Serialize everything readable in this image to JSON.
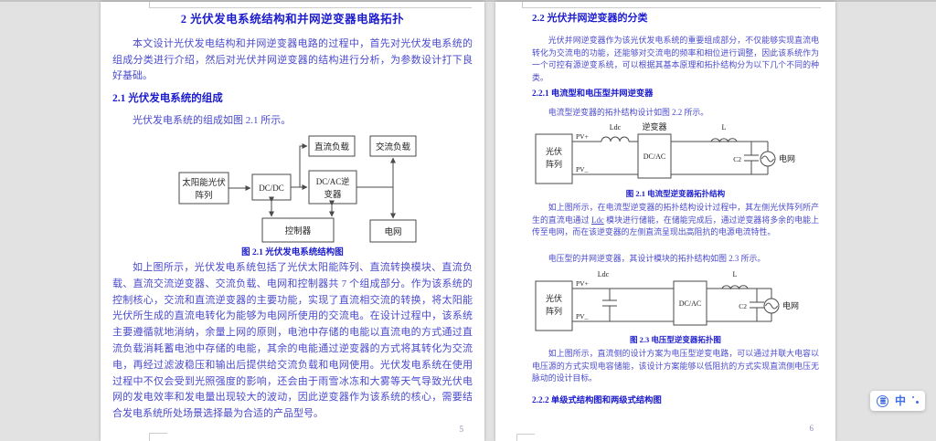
{
  "colors": {
    "background": "#e2e2e2",
    "page": "#ffffff",
    "heading_text": "#1c1ccd",
    "body_text": "#4a4acd",
    "caption_text": "#1c1ccd",
    "diagram_text": "#222222",
    "widget_accent": "#3f6ce0"
  },
  "left_page": {
    "title": "2 光伏发电系统结构和并网逆变器电路拓扑",
    "para1": "本文设计光伏发电结构和并网逆变器电路的过程中，首先对光伏发电系统的组成分类进行介绍，然后对光伏并网逆变器的结构进行分析，为参数设计打下良好基础。",
    "heading_2_1": "2.1 光伏发电系统的组成",
    "para2": "光伏发电系统的组成如图 2.1 所示。",
    "figure_2_1": {
      "caption": "图 2.1  光伏发电系统结构图",
      "boxes": {
        "pv_array_line1": "太阳能光伏",
        "pv_array_line2": "阵列",
        "dcdc": "DC/DC",
        "dc_load": "直流负载",
        "inverter_line1": "DC/AC逆",
        "inverter_line2": "变器",
        "ac_load": "交流负载",
        "controller": "控制器",
        "grid": "电网"
      }
    },
    "para3": "如上图所示，光伏发电系统包括了光伏太阳能阵列、直流转换模块、直流负载、直流交流逆变器、交流负载、电网和控制器共 7 个组成部分。作为该系统的控制核心，交流和直流逆变器的主要功能，实现了直流相交流的转换，将太阳能光伏所生成的直流电转化为能够为电网所使用的交流电。在设计过程中，该系统主要遵循就地消纳，余量上网的原则，电池中存储的电能以直流电的方式通过直流负载消耗蓄电池中存储的电能，其余的电能通过逆变器的方式将其转化为交流电，再经过滤波稳压和输出后提供给交流负载和电网使用。光伏发电系统在使用过程中不仅会受到光照强度的影响，还会由于雨雪冰冻和大雾等天气导致光伏电网的发电效率和发电量出现较大的波动，因此逆变器作为该系统的核心，需要结合发电系统所处场景选择最为合适的产品型号。",
    "page_number": "5"
  },
  "right_page": {
    "heading_2_2": "2.2 光伏并网逆变器的分类",
    "para1": "光伏并网逆变器作为该光伏发电系统的重要组成部分，不仅能够实现直流电转化为交流电的功能，还能够对交流电的频率和相位进行调整，因此该系统作为一个可控有源逆变系统，可以根据其基本原理和拓扑结构分为以下几个不同的种类。",
    "heading_2_2_1": "2.2.1 电流型和电压型并网逆变器",
    "para2": "电流型逆变器的拓扑结构设计如图 2.2 所示。",
    "figure_2_2": {
      "caption": "图 2.1 电流型逆变器拓扑结构",
      "labels": {
        "inverter_title": "逆变器",
        "pv_line1": "光伏",
        "pv_line2": "阵列",
        "pv_plus": "PV+",
        "pv_minus": "PV_",
        "ldc": "Ldc",
        "dcac": "DC/AC",
        "l": "L",
        "c2": "C2",
        "grid": "电网"
      }
    },
    "para3_part1": "如上图所示，在电流型逆变器的拓扑结构设计过程中，其左侧光伏阵列所产生的直流电通过 ",
    "para3_ldc": "Ldc",
    "para3_part2": " 模块进行储能，在储能完成后，通过逆变器将多余的电能上传至电网，而在该逆变器的左侧直流呈现出高阻抗的电源电流特性。",
    "para4": "电压型的并网逆变器，其设计模块的拓扑结构如图 2.3 所示。",
    "figure_2_3": {
      "caption": "图 2.3 电压型逆变器拓扑图",
      "labels": {
        "pv_line1": "光伏",
        "pv_line2": "阵列",
        "pv_plus": "PV+",
        "pv_minus": "PV_",
        "ldc": "Ldc",
        "dcac": "DC/AC",
        "l": "L",
        "c2": "C2",
        "grid": "电网"
      }
    },
    "para5": "如上图所示，直流侧的设计方案为电压型逆变电路，可以通过并联大电容以电压源的方式实现电容储能，该设计方案能够以低阻抗的方式实现直流侧电压无脉动的设计目标。",
    "heading_2_2_2": "2.2.2 单级式结构图和两级式结构图",
    "page_number": "6"
  },
  "widget": {
    "language_button": "中"
  }
}
